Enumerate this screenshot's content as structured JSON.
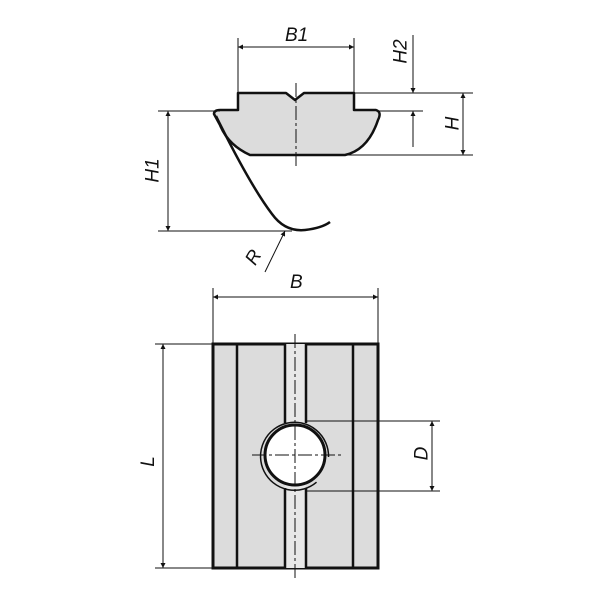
{
  "labels": {
    "b1": "B1",
    "h2": "H2",
    "h": "H",
    "h1": "H1",
    "r": "R",
    "b": "B",
    "l": "L",
    "d": "D"
  },
  "colors": {
    "fill": "#dcdcdc",
    "line": "#111111",
    "background": "#ffffff"
  }
}
